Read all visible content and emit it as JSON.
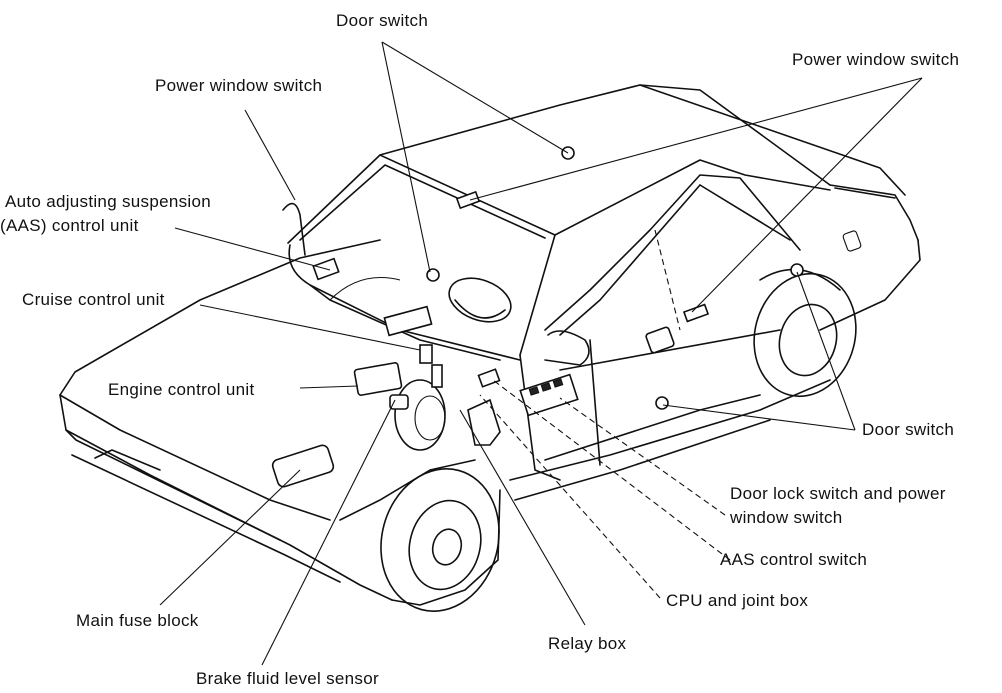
{
  "labels": {
    "door_switch_top": "Door switch",
    "power_window_switch_left": "Power window switch",
    "power_window_switch_right": "Power window switch",
    "aas_control_unit_line1": "Auto adjusting suspension",
    "aas_control_unit_line2": "(AAS) control unit",
    "cruise_control_unit": "Cruise control unit",
    "engine_control_unit": "Engine control unit",
    "door_switch_right": "Door switch",
    "door_lock_switch_line1": "Door lock switch and power",
    "door_lock_switch_line2": "window switch",
    "aas_control_switch": "AAS control switch",
    "cpu_joint_box": "CPU and joint box",
    "main_fuse_block": "Main fuse block",
    "relay_box": "Relay box",
    "brake_fluid_level_sensor": "Brake fluid level sensor"
  }
}
